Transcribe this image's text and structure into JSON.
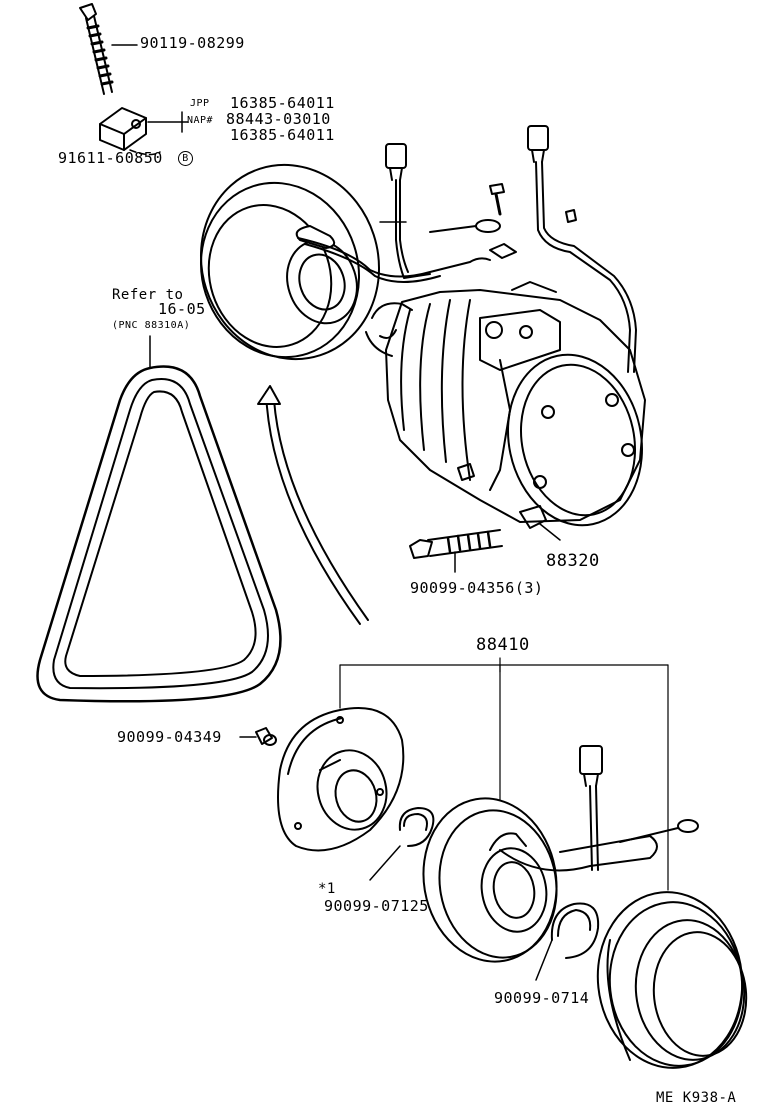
{
  "labels": {
    "bolt_top": "90119-08299",
    "jpp_tag": "JPP",
    "jpp_part": "16385-64011",
    "nap_tag": "NAP#",
    "nap_part": "88443-03010",
    "alt_part": "16385-64011",
    "bracket_part": "91611-60850",
    "bracket_mark": "B",
    "refer_to": "Refer to",
    "refer_section": "16-05",
    "refer_pnc": "(PNC 88310A)",
    "compressor_part": "88320",
    "mount_bolt": "90099-04356(3)",
    "clutch_assy": "88410",
    "hub_bolt": "90099-04349",
    "star_note": "*1",
    "snap_ring_1": "90099-07125",
    "snap_ring_2": "90099-0714",
    "footer_code": "ME  K938-A"
  }
}
